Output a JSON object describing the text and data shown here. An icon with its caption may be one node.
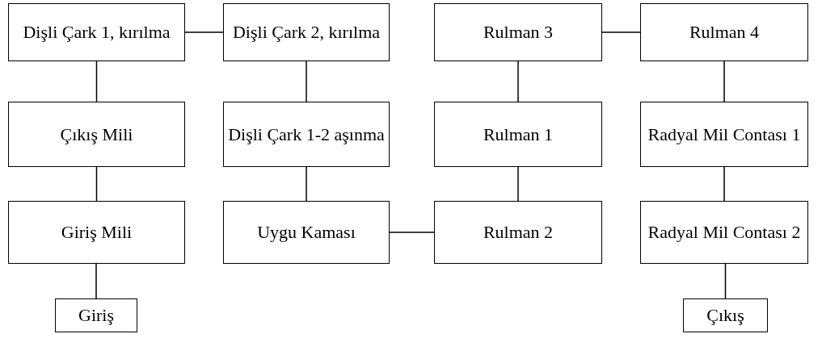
{
  "diagram": {
    "nodes": [
      {
        "text": [
          "Dişli Çark 1, kırılma"
        ]
      },
      {
        "text": [
          "Dişli Çark 2, kırılma"
        ]
      },
      {
        "text": [
          "Rulman 3"
        ]
      },
      {
        "text": [
          "Rulman 4"
        ]
      },
      {
        "text": [
          "Çıkış Mili"
        ]
      },
      {
        "text": [
          "Dişli Çark 1-2 aşınma"
        ]
      },
      {
        "text": [
          "Rulman 1"
        ]
      },
      {
        "text": [
          "Radyal Mil Contası 1"
        ]
      },
      {
        "text": [
          "Giriş Mili"
        ]
      },
      {
        "text": [
          "Uygu Kaması"
        ]
      },
      {
        "text": [
          "Rulman 2"
        ]
      },
      {
        "text": [
          "Radyal Mil Contası 2"
        ]
      },
      {
        "text": [
          "Giriş"
        ]
      },
      {
        "text": [
          "Çıkış"
        ]
      }
    ],
    "edges": [
      {
        "from": 12,
        "to": 8,
        "arrow": "none"
      },
      {
        "from": 8,
        "to": 4,
        "arrow": "none"
      },
      {
        "from": 4,
        "to": 0,
        "arrow": "none"
      },
      {
        "from": 0,
        "to": 1,
        "arrow": "none"
      },
      {
        "from": 1,
        "to": 5,
        "arrow": "none"
      },
      {
        "from": 5,
        "to": 9,
        "arrow": "none"
      },
      {
        "from": 9,
        "to": 10,
        "arrow": "none"
      },
      {
        "from": 10,
        "to": 6,
        "arrow": "none"
      },
      {
        "from": 6,
        "to": 2,
        "arrow": "none"
      },
      {
        "from": 2,
        "to": 3,
        "arrow": "none"
      },
      {
        "from": 3,
        "to": 7,
        "arrow": "none"
      },
      {
        "from": 7,
        "to": 11,
        "arrow": "none"
      },
      {
        "from": 11,
        "to": 13,
        "arrow": "none"
      }
    ]
  }
}
